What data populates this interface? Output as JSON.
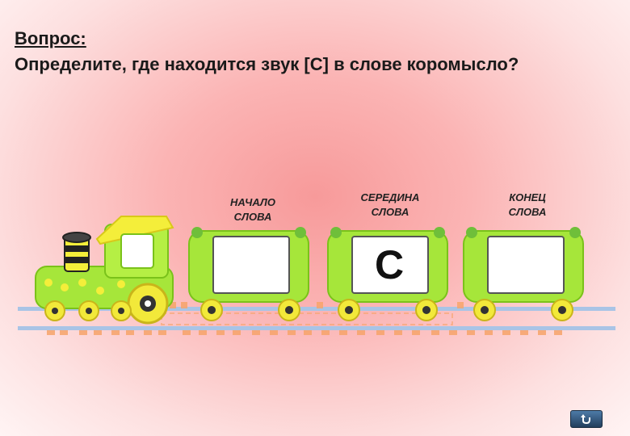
{
  "question": {
    "heading": "Вопрос:",
    "text": "Определите, где находится звук [С] в слове коромысло?"
  },
  "wagons": [
    {
      "label_line1": "НАЧАЛО",
      "label_line2": "СЛОВА",
      "letter": ""
    },
    {
      "label_line1": "СЕРЕДИНА",
      "label_line2": "СЛОВА",
      "letter": "С"
    },
    {
      "label_line1": "КОНЕЦ",
      "label_line2": "СЛОВА",
      "letter": ""
    }
  ],
  "nav": {
    "icon": "return-arrow-icon"
  },
  "colors": {
    "wagon": "#a6e63a",
    "wheel": "#f2e93a",
    "rail": "#a9c4e6",
    "sleeper": "#f7a46a"
  }
}
